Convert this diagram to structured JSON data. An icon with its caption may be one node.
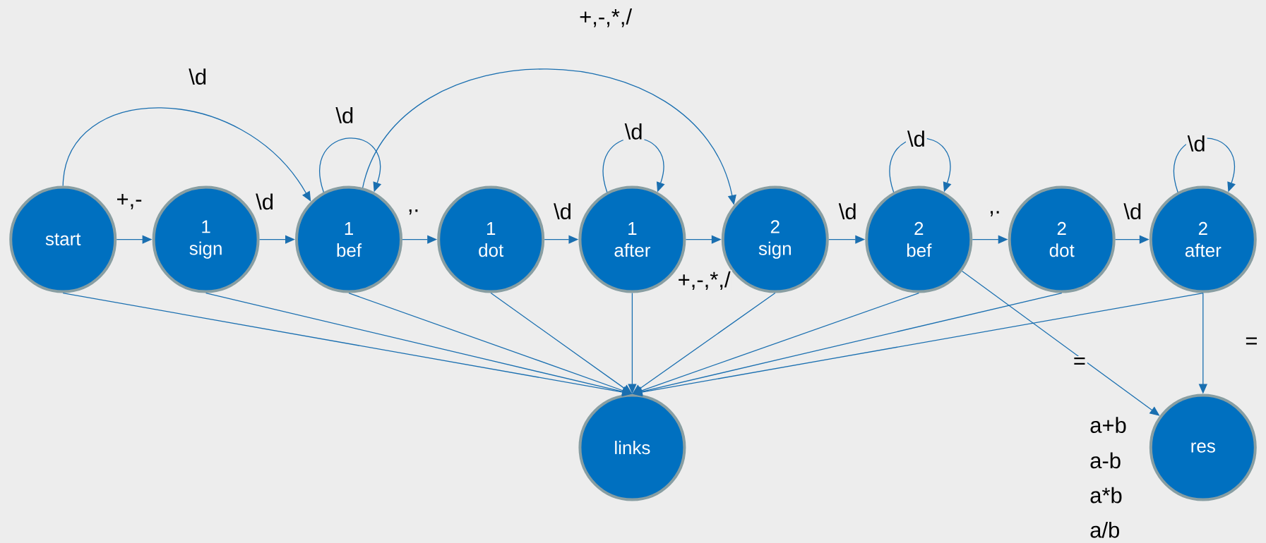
{
  "diagram": {
    "nodes": [
      {
        "text": [
          "start"
        ]
      },
      {
        "text": [
          "1 sign"
        ]
      },
      {
        "text": [
          "1 bef"
        ]
      },
      {
        "text": [
          "1 dot"
        ]
      },
      {
        "text": [
          "1 after"
        ]
      },
      {
        "text": [
          "2 sign"
        ]
      },
      {
        "text": [
          "2 bef"
        ]
      },
      {
        "text": [
          "2 dot"
        ]
      },
      {
        "text": [
          "2 after"
        ]
      },
      {
        "text": [
          "links"
        ]
      },
      {
        "text": [
          "res"
        ]
      }
    ],
    "edges": [
      {
        "from": 0,
        "to": 1,
        "arrow": "to",
        "label": "+,-"
      },
      {
        "from": 1,
        "to": 2,
        "arrow": "to",
        "label": "\\d"
      },
      {
        "from": 0,
        "to": 2,
        "arrow": "to",
        "label": "\\d"
      },
      {
        "from": 2,
        "to": 2,
        "arrow": "to",
        "label": "\\d"
      },
      {
        "from": 2,
        "to": 3,
        "arrow": "to",
        "label": ",."
      },
      {
        "from": 2,
        "to": 5,
        "arrow": "to",
        "label": "+,-,*,/"
      },
      {
        "from": 3,
        "to": 4,
        "arrow": "to",
        "label": "\\d"
      },
      {
        "from": 4,
        "to": 4,
        "arrow": "to",
        "label": "\\d"
      },
      {
        "from": 4,
        "to": 5,
        "arrow": "to",
        "label": "+,-,*,/"
      },
      {
        "from": 5,
        "to": 6,
        "arrow": "to",
        "label": "\\d"
      },
      {
        "from": 6,
        "to": 6,
        "arrow": "to",
        "label": "\\d"
      },
      {
        "from": 6,
        "to": 7,
        "arrow": "to",
        "label": ",."
      },
      {
        "from": 7,
        "to": 8,
        "arrow": "to",
        "label": "\\d"
      },
      {
        "from": 8,
        "to": 8,
        "arrow": "to",
        "label": "\\d"
      },
      {
        "from": 6,
        "to": 10,
        "arrow": "to",
        "label": "="
      },
      {
        "from": 8,
        "to": 10,
        "arrow": "to",
        "label": "="
      },
      {
        "from": 0,
        "to": 9,
        "arrow": "to"
      },
      {
        "from": 1,
        "to": 9,
        "arrow": "to"
      },
      {
        "from": 2,
        "to": 9,
        "arrow": "to"
      },
      {
        "from": 3,
        "to": 9,
        "arrow": "to"
      },
      {
        "from": 4,
        "to": 9,
        "arrow": "to"
      },
      {
        "from": 5,
        "to": 9,
        "arrow": "to"
      },
      {
        "from": 6,
        "to": 9,
        "arrow": "to"
      },
      {
        "from": 7,
        "to": 9,
        "arrow": "to"
      },
      {
        "from": 8,
        "to": 9,
        "arrow": "to"
      }
    ],
    "labels": [
      "a+b",
      "a-b",
      "a*b",
      "a/b"
    ]
  }
}
